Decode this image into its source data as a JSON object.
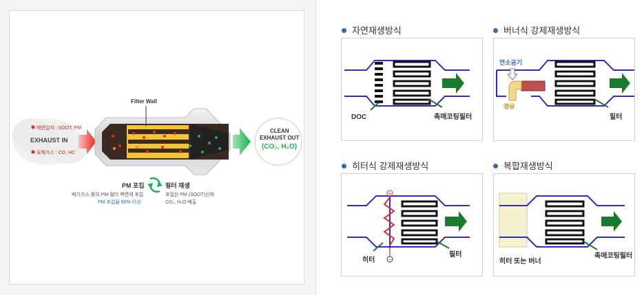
{
  "left": {
    "filter_wall": "Filter Wall",
    "particle_label": "매연입자 : SOOT, PM",
    "gas_label": "유해가스 : CO, HC",
    "exhaust_in": "EXHAUST IN",
    "clean_line1": "CLEAN",
    "clean_line2": "EXHAUST OUT",
    "clean_formula": "(CO₂, H₂O)",
    "pm_title": "PM 포집",
    "pm_desc": "배기가스 중의 PM-필터 벽면에 포집",
    "pm_rate": "PM 포집율 90% 이상",
    "regen_title": "필터 재생",
    "regen_desc1": "포집된 PM (SOOT)산화",
    "regen_desc2": "CO₂, H₂O 배출"
  },
  "sections": [
    {
      "title": "자연재생방식",
      "labels": [
        "DOC",
        "촉매코팅필터"
      ]
    },
    {
      "title": "버너식 강제재생방식",
      "labels": [
        "연소공기",
        "경유",
        "필터"
      ]
    },
    {
      "title": "히터식 강제재생방식",
      "labels": [
        "히터",
        "필터"
      ]
    },
    {
      "title": "복합재생방식",
      "labels": [
        "히터 또는 버너",
        "촉매코팅필터"
      ]
    }
  ],
  "colors": {
    "blue": "#2b2bcc",
    "green": "#1a7a2e",
    "accent": "#2e6cb5"
  }
}
